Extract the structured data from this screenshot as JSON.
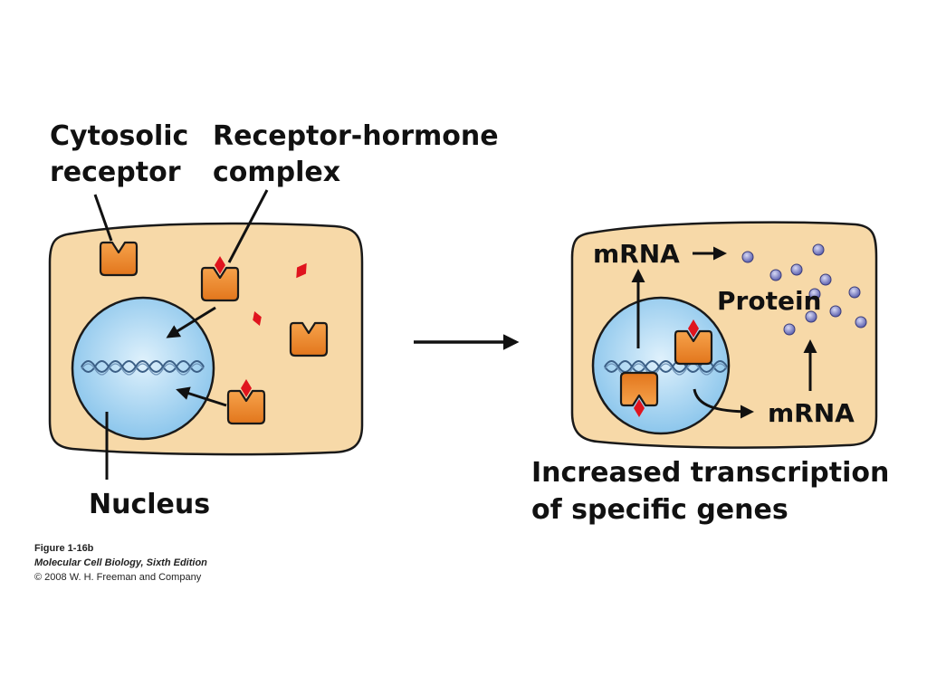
{
  "labels": {
    "cytosolic_receptor": [
      "Cytosolic",
      "receptor"
    ],
    "receptor_hormone_complex": [
      "Receptor-hormone",
      "complex"
    ],
    "nucleus": "Nucleus",
    "mrna_top": "mRNA",
    "protein": "Protein",
    "mrna_bottom": "mRNA",
    "result": [
      "Increased transcription",
      "of specific genes"
    ]
  },
  "credit": {
    "figure": "Figure 1-16b",
    "book": "Molecular Cell Biology, Sixth Edition",
    "copyright": "© 2008 W. H. Freeman and Company"
  },
  "colors": {
    "cell_fill": "#f7d9a8",
    "nucleus_fill": "#a9d4f2",
    "receptor_fill": "#ee8a2e",
    "hormone": "#e0141e",
    "protein_dot": "#7f82c4",
    "outline": "#111111"
  }
}
